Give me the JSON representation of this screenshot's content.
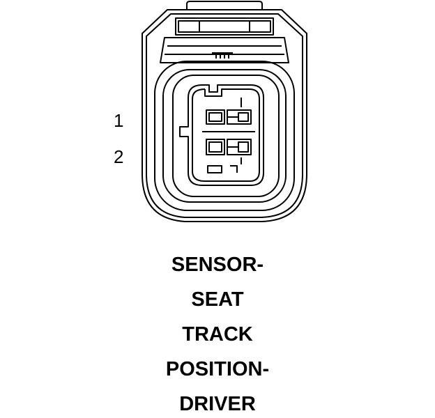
{
  "pins": [
    {
      "label": "1"
    },
    {
      "label": "2"
    }
  ],
  "caption_lines": [
    "SENSOR-",
    "SEAT",
    "TRACK",
    "POSITION-",
    "DRIVER"
  ],
  "colors": {
    "line": "#000000",
    "background": "#ffffff"
  }
}
